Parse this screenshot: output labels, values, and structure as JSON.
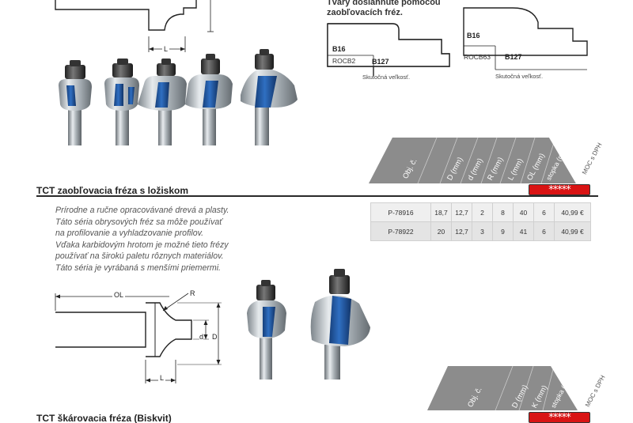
{
  "shapes_heading": {
    "line1": "Tvary dosiahnuté pomocou",
    "line2": "zaobľovacích fréz."
  },
  "shape_left": {
    "top_label": "B16",
    "code": "ROCB2",
    "bottom_label": "B127",
    "note": "Skutočná veľkosť."
  },
  "shape_right": {
    "top_label": "B16",
    "code": "ROCB63",
    "bottom_label": "B127",
    "note": "Skutočná veľkosť."
  },
  "diagram_top": {
    "dim_l": "L"
  },
  "table1_headers": [
    "Obj. č.",
    "D (mm)",
    "d (mm)",
    "R (mm)",
    "L (mm)",
    "OL (mm)",
    "stopka (mm)",
    "MOC s DPH"
  ],
  "section1": {
    "title": "TCT zaobľovacia fréza s ložiskom",
    "stars": "*****",
    "description": [
      "Prírodne a ručne opracovávané drevá a plasty.",
      "Táto séria obrysových fréz sa môže používať",
      "na profilovanie a vyhladzovanie profilov.",
      "Vďaka karbidovým hrotom je možné tieto frézy",
      "používať na širokú paletu rôznych materiálov.",
      "Táto séria je vyrábaná s menšími priemermi."
    ],
    "rows": [
      [
        "P-78916",
        "18,7",
        "12,7",
        "2",
        "8",
        "40",
        "6",
        "40,99 €"
      ],
      [
        "P-78922",
        "20",
        "12,7",
        "3",
        "9",
        "41",
        "6",
        "40,99 €"
      ]
    ]
  },
  "diagram_bottom": {
    "dim_ol": "OL",
    "dim_r": "R",
    "dim_d_small": "d",
    "dim_d_big": "D",
    "dim_l": "L"
  },
  "table2_headers": [
    "Obj. č.",
    "D (mm)",
    "K (mm)",
    "stopka (mm)",
    "MOC s DPH"
  ],
  "section2": {
    "title": "TCT škárovacia fréza (Biskvit)",
    "stars": "*****"
  },
  "colors": {
    "accent_blue": "#1f5aa6",
    "star_red": "#d91414",
    "header_gray": "#8c8c8c"
  }
}
